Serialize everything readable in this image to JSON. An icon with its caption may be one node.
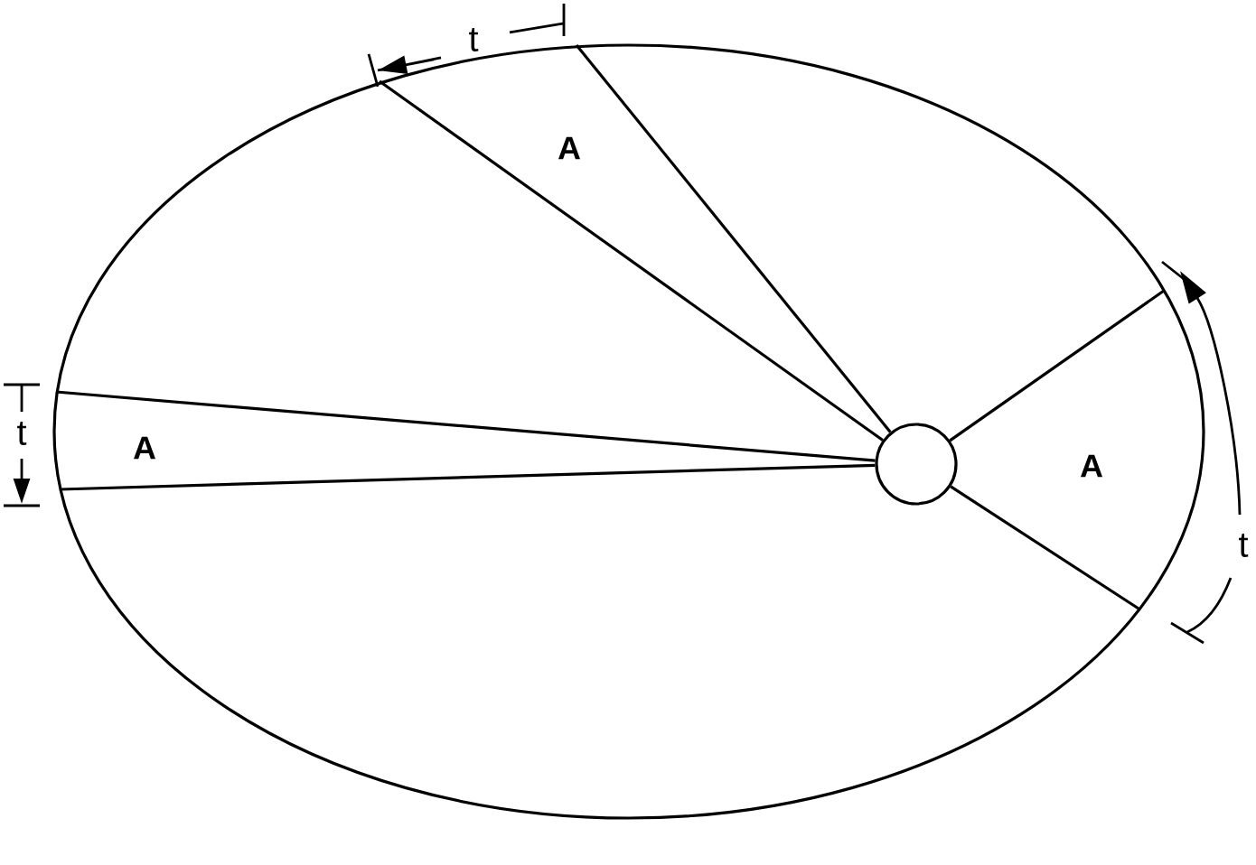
{
  "diagram": {
    "nodes": [
      {
        "text": [],
        "shape": "circle"
      },
      {
        "text": [],
        "shape": "circle",
        "in": 0
      }
    ],
    "edges": [
      {
        "from": 1,
        "to": 0,
        "arrow": "none"
      },
      {
        "from": 1,
        "to": 0,
        "arrow": "none"
      },
      {
        "from": 1,
        "to": 0,
        "arrow": "none"
      },
      {
        "from": 1,
        "to": 0,
        "arrow": "none"
      },
      {
        "from": 1,
        "to": 0,
        "arrow": "none"
      },
      {
        "from": 1,
        "to": 0,
        "arrow": "none"
      }
    ],
    "labels": [
      "t",
      "A",
      "t",
      "A",
      "A",
      "t"
    ]
  }
}
